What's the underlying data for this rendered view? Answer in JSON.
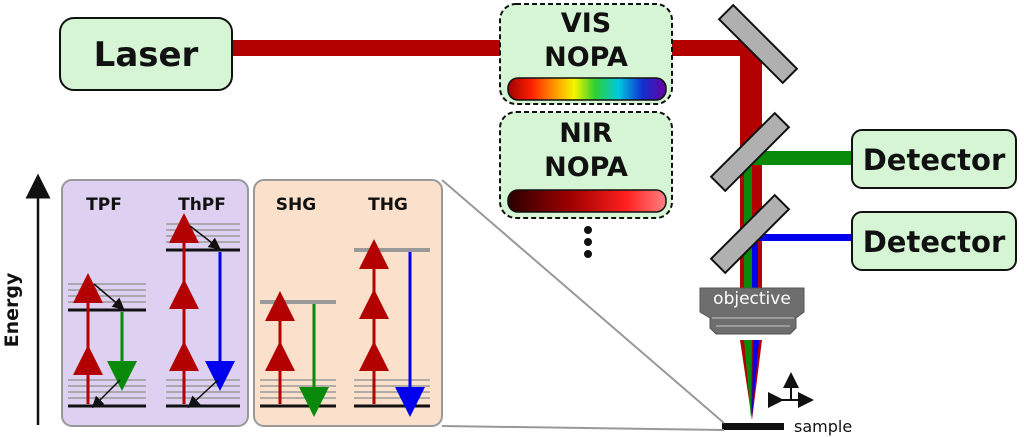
{
  "laser": {
    "label": "Laser"
  },
  "nopa_vis": {
    "line1": "VIS",
    "line2": "NOPA"
  },
  "nopa_nir": {
    "line1": "NIR",
    "line2": "NOPA"
  },
  "detectors": [
    {
      "label": "Detector"
    },
    {
      "label": "Detector"
    }
  ],
  "objective": {
    "label": "objective"
  },
  "sample": {
    "label": "sample"
  },
  "energy_axis": {
    "label": "Energy"
  },
  "processes": {
    "tpf": "TPF",
    "thpf": "ThPF",
    "shg": "SHG",
    "thg": "THG"
  },
  "colors": {
    "box_fill": "#d5f5d5",
    "beam_red": "#b30000",
    "beam_green": "#0a8a0a",
    "beam_blue": "#0000ee",
    "panel_purple": "#ddd0f0",
    "panel_peach": "#fbe0cc",
    "mirror": "#b0b0b0"
  }
}
